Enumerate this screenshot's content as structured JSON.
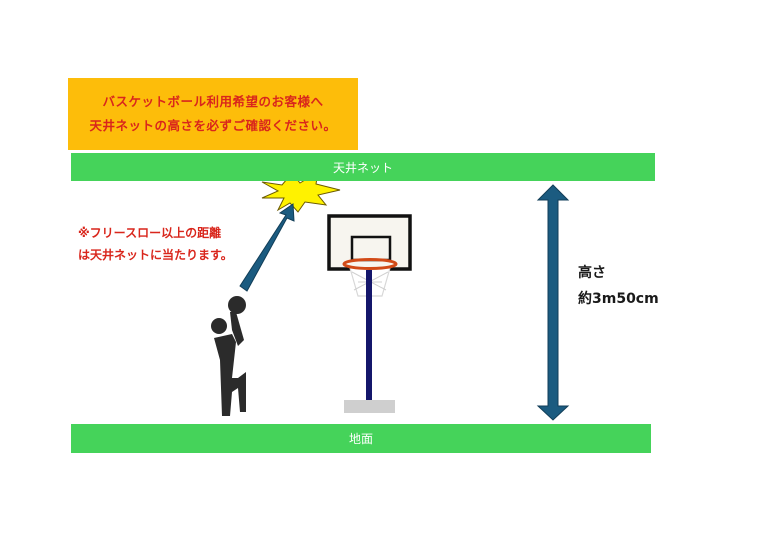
{
  "notice": {
    "line1": "バスケットボール利用希望のお客様へ",
    "line2": "天井ネットの高さを必ずご確認ください。",
    "background": "#fdbd0a",
    "text_color": "#d9261c"
  },
  "ceiling": {
    "label": "天井ネット",
    "color": "#45d35a"
  },
  "ground": {
    "label": "地面",
    "color": "#45d35a"
  },
  "warning": {
    "line1": "※フリースロー以上の距離",
    "line2": "は天井ネットに当たります。"
  },
  "height": {
    "label": "高さ",
    "value": "約3m50cm",
    "arrow_color": "#1b5b80"
  },
  "icons": {
    "player": "basketball-player-silhouette",
    "hoop": "basketball-hoop-stand",
    "impact": "impact-burst",
    "trajectory": "ball-trajectory-arrow",
    "height_arrow": "double-headed-vertical-arrow"
  }
}
